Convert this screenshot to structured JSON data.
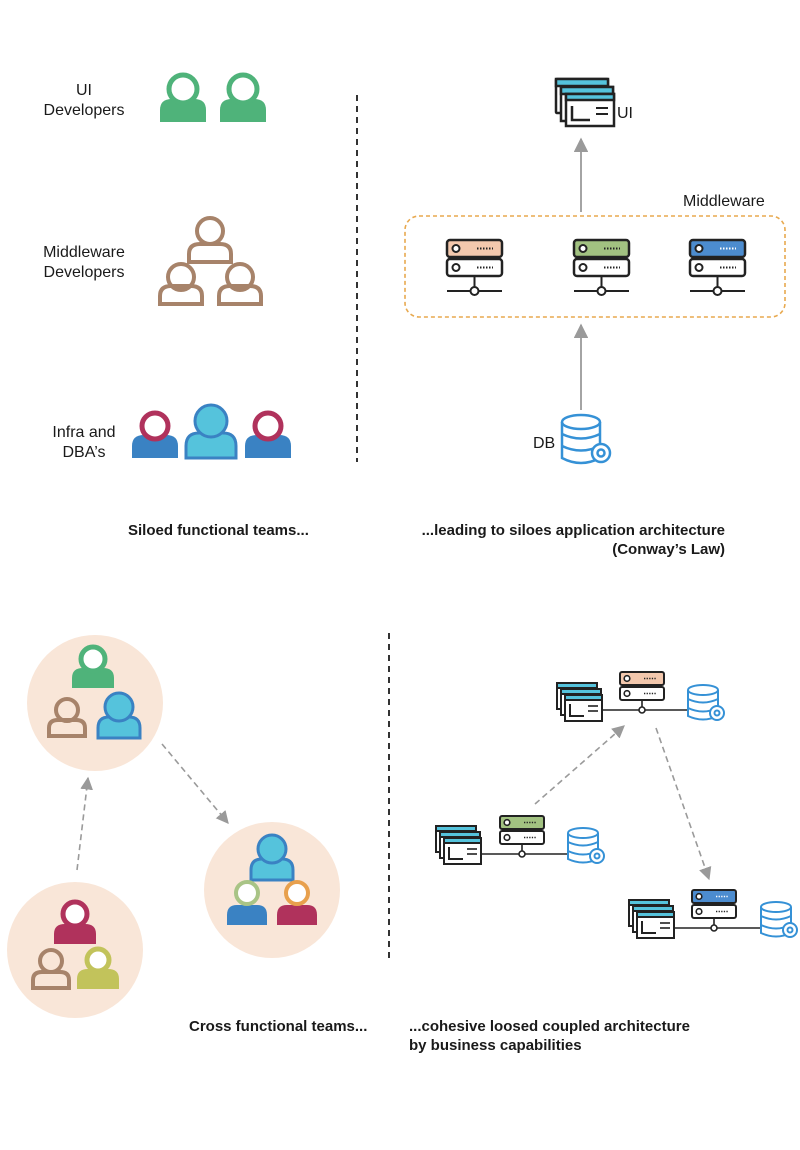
{
  "top": {
    "teams": [
      {
        "line1": "UI",
        "line2": "Developers"
      },
      {
        "line1": "Middleware",
        "line2": "Developers"
      },
      {
        "line1": "Infra and",
        "line2": "DBA’s"
      }
    ],
    "arch": {
      "ui_label": "UI",
      "middleware_label": "Middleware",
      "db_label": "DB"
    },
    "caption_left": "Siloed functional teams...",
    "caption_right_line1": "...leading to siloes application architecture",
    "caption_right_line2": "(Conway’s Law)"
  },
  "bottom": {
    "caption_left": "Cross functional teams...",
    "caption_right_line1": "...cohesive loosed coupled architecture",
    "caption_right_line2": "by business capabilities"
  },
  "colors": {
    "green": "#4fb37a",
    "tan": "#a7836a",
    "blue": "#3a82c3",
    "cyan": "#55c3dc",
    "crimson": "#b0325c",
    "olive": "#c2c35b",
    "lightgreen": "#a9c486",
    "orange": "#e8a04d",
    "circle_bg": "#f9e6d8",
    "server_peach": "#f3c8ad",
    "server_green": "#a2c281",
    "server_blue": "#4c8ccf",
    "dash_orange": "#e8a94f",
    "db_blue": "#3591d6"
  }
}
